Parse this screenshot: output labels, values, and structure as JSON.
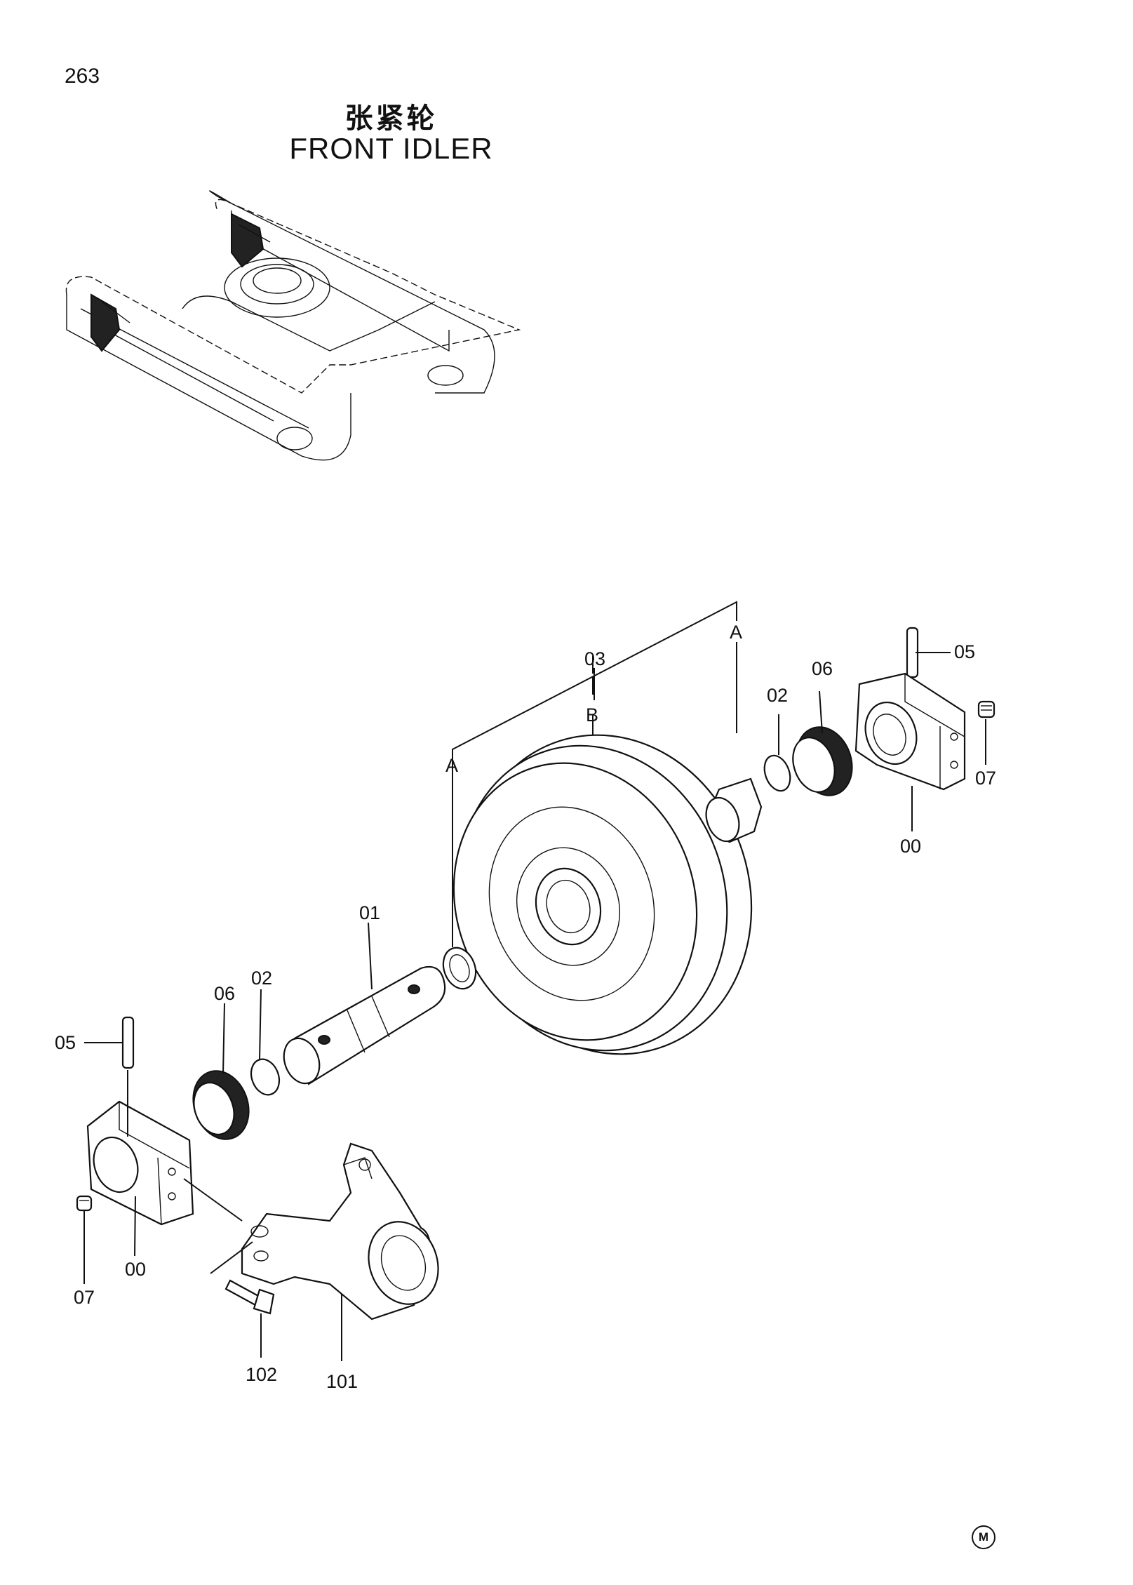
{
  "page": {
    "number": "263"
  },
  "title": {
    "chinese": "张紧轮",
    "english": "FRONT  IDLER"
  },
  "callouts": {
    "p00_right": "00",
    "p00_left": "00",
    "p01": "01",
    "p02_right": "02",
    "p02_left": "02",
    "p03": "03",
    "p05_right": "05",
    "p05_left": "05",
    "p06_right": "06",
    "p06_left": "06",
    "p07_right": "07",
    "p07_left": "07",
    "p101": "101",
    "p102": "102",
    "markA_left": "A",
    "markA_right": "A",
    "markB": "B"
  },
  "footer": {
    "mark": "M"
  }
}
